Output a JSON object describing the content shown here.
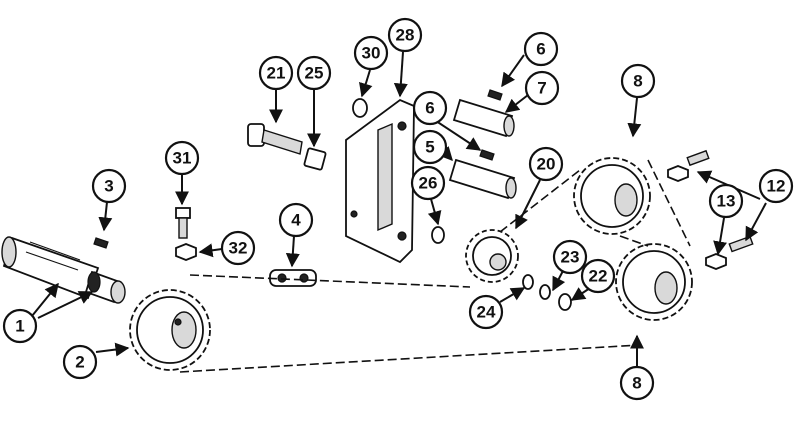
{
  "diagram": {
    "callouts": [
      {
        "id": "c1",
        "label": "1"
      },
      {
        "id": "c2",
        "label": "2"
      },
      {
        "id": "c3",
        "label": "3"
      },
      {
        "id": "c4",
        "label": "4"
      },
      {
        "id": "c5",
        "label": "5"
      },
      {
        "id": "c6a",
        "label": "6"
      },
      {
        "id": "c6b",
        "label": "6"
      },
      {
        "id": "c7",
        "label": "7"
      },
      {
        "id": "c8a",
        "label": "8"
      },
      {
        "id": "c8b",
        "label": "8"
      },
      {
        "id": "c12",
        "label": "12"
      },
      {
        "id": "c13",
        "label": "13"
      },
      {
        "id": "c20",
        "label": "20"
      },
      {
        "id": "c21",
        "label": "21"
      },
      {
        "id": "c22",
        "label": "22"
      },
      {
        "id": "c23",
        "label": "23"
      },
      {
        "id": "c24",
        "label": "24"
      },
      {
        "id": "c25",
        "label": "25"
      },
      {
        "id": "c26",
        "label": "26"
      },
      {
        "id": "c28",
        "label": "28"
      },
      {
        "id": "c30",
        "label": "30"
      },
      {
        "id": "c31",
        "label": "31"
      },
      {
        "id": "c32",
        "label": "32"
      }
    ]
  }
}
